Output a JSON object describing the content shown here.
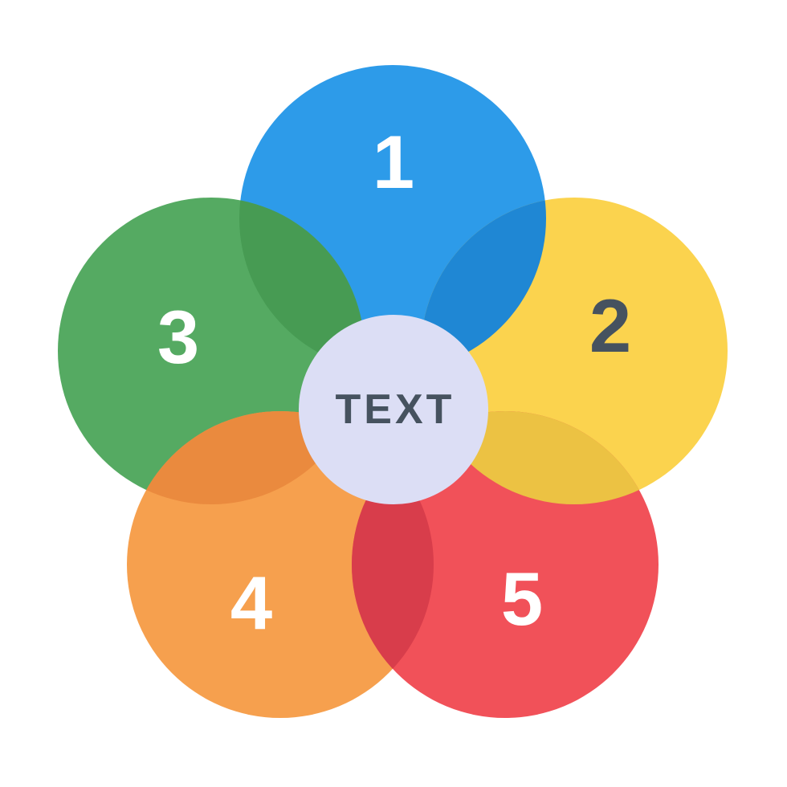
{
  "figure": {
    "background": "#FFFFFF",
    "center": {
      "label": "TEXT",
      "fill": "#DCDEF5",
      "label_color": "#46525F"
    },
    "petals": [
      {
        "number": "1",
        "name": "blue",
        "fill": "#2D9BE9",
        "overlap_fill": "#1F87D4",
        "number_color": "#FFFFFF"
      },
      {
        "number": "2",
        "name": "yellow",
        "fill": "#FBD34E",
        "overlap_fill": "#ECC243",
        "number_color": "#46525F"
      },
      {
        "number": "3",
        "name": "green",
        "fill": "#55AA62",
        "overlap_fill": "#479B53",
        "number_color": "#FFFFFF"
      },
      {
        "number": "4",
        "name": "orange",
        "fill": "#F6A04E",
        "overlap_fill": "#EA8A3E",
        "number_color": "#FFFFFF"
      },
      {
        "number": "5",
        "name": "red",
        "fill": "#F15159",
        "overlap_fill": "#D83D4B",
        "number_color": "#FFFFFF"
      }
    ]
  }
}
